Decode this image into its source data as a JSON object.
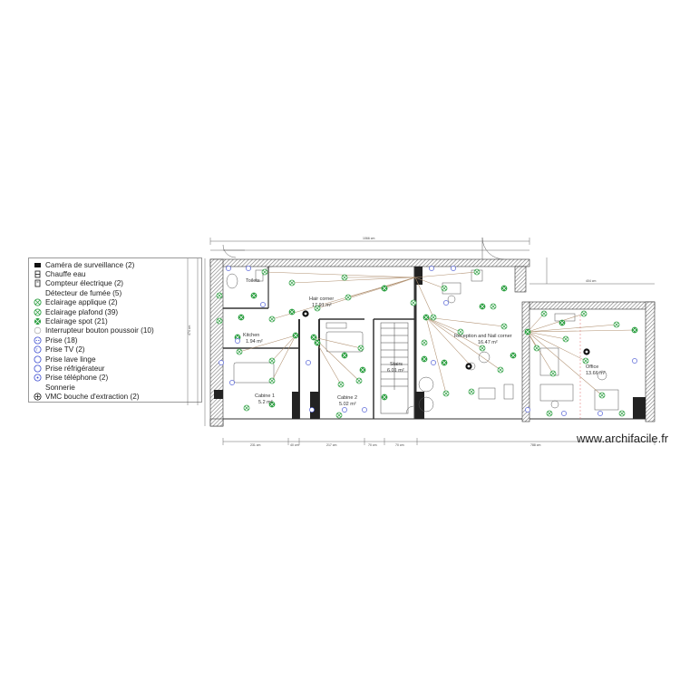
{
  "legend": {
    "items": [
      {
        "label": "Caméra de surveillance (2)",
        "icon": "camera-icon"
      },
      {
        "label": "Chauffe eau",
        "icon": "water-heater-icon"
      },
      {
        "label": "Compteur électrique (2)",
        "icon": "electric-meter-icon"
      },
      {
        "label": "Détecteur de fumée (5)",
        "icon": "smoke-detector-icon"
      },
      {
        "label": "Eclairage applique (2)",
        "icon": "wall-light-icon"
      },
      {
        "label": "Eclairage plafond (39)",
        "icon": "ceiling-light-icon"
      },
      {
        "label": "Eclairage spot (21)",
        "icon": "spot-light-icon"
      },
      {
        "label": "Interrupteur bouton poussoir (10)",
        "icon": "push-button-switch-icon"
      },
      {
        "label": "Prise (18)",
        "icon": "socket-icon"
      },
      {
        "label": "Prise TV (2)",
        "icon": "tv-socket-icon"
      },
      {
        "label": "Prise lave linge",
        "icon": "washing-machine-socket-icon"
      },
      {
        "label": "Prise réfrigérateur",
        "icon": "fridge-socket-icon"
      },
      {
        "label": "Prise téléphone (2)",
        "icon": "phone-socket-icon"
      },
      {
        "label": "Sonnerie",
        "icon": "doorbell-icon"
      },
      {
        "label": "VMC bouche d'extraction (2)",
        "icon": "ventilation-icon"
      }
    ]
  },
  "rooms": {
    "toilets": {
      "name": "Toilets"
    },
    "hair_corner": {
      "name": "Hair corner",
      "area": "17.91 m²"
    },
    "kitchen": {
      "name": "Kitchen",
      "area": "1.94 m²"
    },
    "cabine1": {
      "name": "Cabine 1",
      "area": "5.2 m²"
    },
    "cabine2": {
      "name": "Cabine 2",
      "area": "5.02 m²"
    },
    "stairs": {
      "name": "Stairs",
      "area": "6.01 m²"
    },
    "reception": {
      "name": "Reception and Nail corner",
      "area": "16.47 m²"
    },
    "office": {
      "name": "Office",
      "area": "13.66 m²"
    }
  },
  "dimensions": {
    "top_total": "1066 cm",
    "top_right": "404 cm",
    "bottom": [
      "231 cm",
      "40 cm",
      "217 cm",
      "70 cm",
      "70 cm",
      "788 cm"
    ],
    "left_total": "474 cm"
  },
  "watermark": "www.archifacile.fr",
  "colors": {
    "wall": "#4a4a4a",
    "wall_fill": "#5a5a5a",
    "symbol_green": "#2ea043",
    "wire": "#b09070",
    "dim_line": "#666666"
  }
}
